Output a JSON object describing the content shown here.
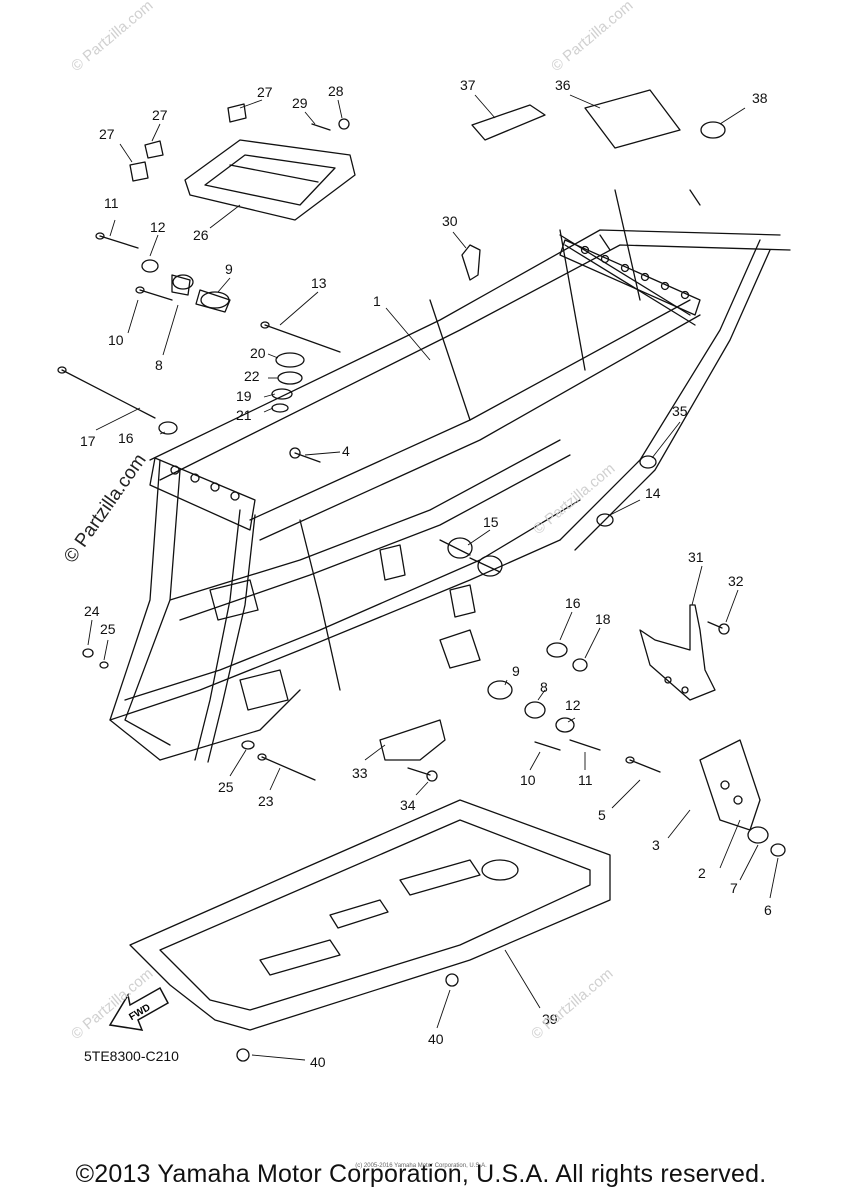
{
  "diagram": {
    "code": "5TE8300-C210",
    "fwd_label": "FWD",
    "callouts": [
      {
        "id": "c1",
        "label": "1"
      },
      {
        "id": "c2",
        "label": "2"
      },
      {
        "id": "c3",
        "label": "3"
      },
      {
        "id": "c4",
        "label": "4"
      },
      {
        "id": "c5",
        "label": "5"
      },
      {
        "id": "c6",
        "label": "6"
      },
      {
        "id": "c7",
        "label": "7"
      },
      {
        "id": "c8a",
        "label": "8"
      },
      {
        "id": "c8b",
        "label": "8"
      },
      {
        "id": "c9a",
        "label": "9"
      },
      {
        "id": "c9b",
        "label": "9"
      },
      {
        "id": "c10a",
        "label": "10"
      },
      {
        "id": "c10b",
        "label": "10"
      },
      {
        "id": "c11a",
        "label": "11"
      },
      {
        "id": "c11b",
        "label": "11"
      },
      {
        "id": "c12a",
        "label": "12"
      },
      {
        "id": "c12b",
        "label": "12"
      },
      {
        "id": "c13",
        "label": "13"
      },
      {
        "id": "c14",
        "label": "14"
      },
      {
        "id": "c15",
        "label": "15"
      },
      {
        "id": "c16a",
        "label": "16"
      },
      {
        "id": "c16b",
        "label": "16"
      },
      {
        "id": "c17",
        "label": "17"
      },
      {
        "id": "c18",
        "label": "18"
      },
      {
        "id": "c19",
        "label": "19"
      },
      {
        "id": "c20",
        "label": "20"
      },
      {
        "id": "c21",
        "label": "21"
      },
      {
        "id": "c22",
        "label": "22"
      },
      {
        "id": "c23",
        "label": "23"
      },
      {
        "id": "c24",
        "label": "24"
      },
      {
        "id": "c25a",
        "label": "25"
      },
      {
        "id": "c25b",
        "label": "25"
      },
      {
        "id": "c26",
        "label": "26"
      },
      {
        "id": "c27a",
        "label": "27"
      },
      {
        "id": "c27b",
        "label": "27"
      },
      {
        "id": "c27c",
        "label": "27"
      },
      {
        "id": "c28",
        "label": "28"
      },
      {
        "id": "c29",
        "label": "29"
      },
      {
        "id": "c30",
        "label": "30"
      },
      {
        "id": "c31",
        "label": "31"
      },
      {
        "id": "c32",
        "label": "32"
      },
      {
        "id": "c33",
        "label": "33"
      },
      {
        "id": "c34",
        "label": "34"
      },
      {
        "id": "c35",
        "label": "35"
      },
      {
        "id": "c36",
        "label": "36"
      },
      {
        "id": "c37",
        "label": "37"
      },
      {
        "id": "c38",
        "label": "38"
      },
      {
        "id": "c39",
        "label": "39"
      },
      {
        "id": "c40a",
        "label": "40"
      },
      {
        "id": "c40b",
        "label": "40"
      }
    ]
  },
  "watermark": {
    "side_text": "© Partzilla.com",
    "faint_text": "© Partzilla.com"
  },
  "footer": {
    "copyright": "©2013 Yamaha Motor Corporation, U.S.A. All rights reserved.",
    "fine_print": "(c) 2005-2016 Yamaha Motor Corporation, U.S.A."
  },
  "colors": {
    "line": "#111111",
    "watermark": "#d0d0d0"
  }
}
